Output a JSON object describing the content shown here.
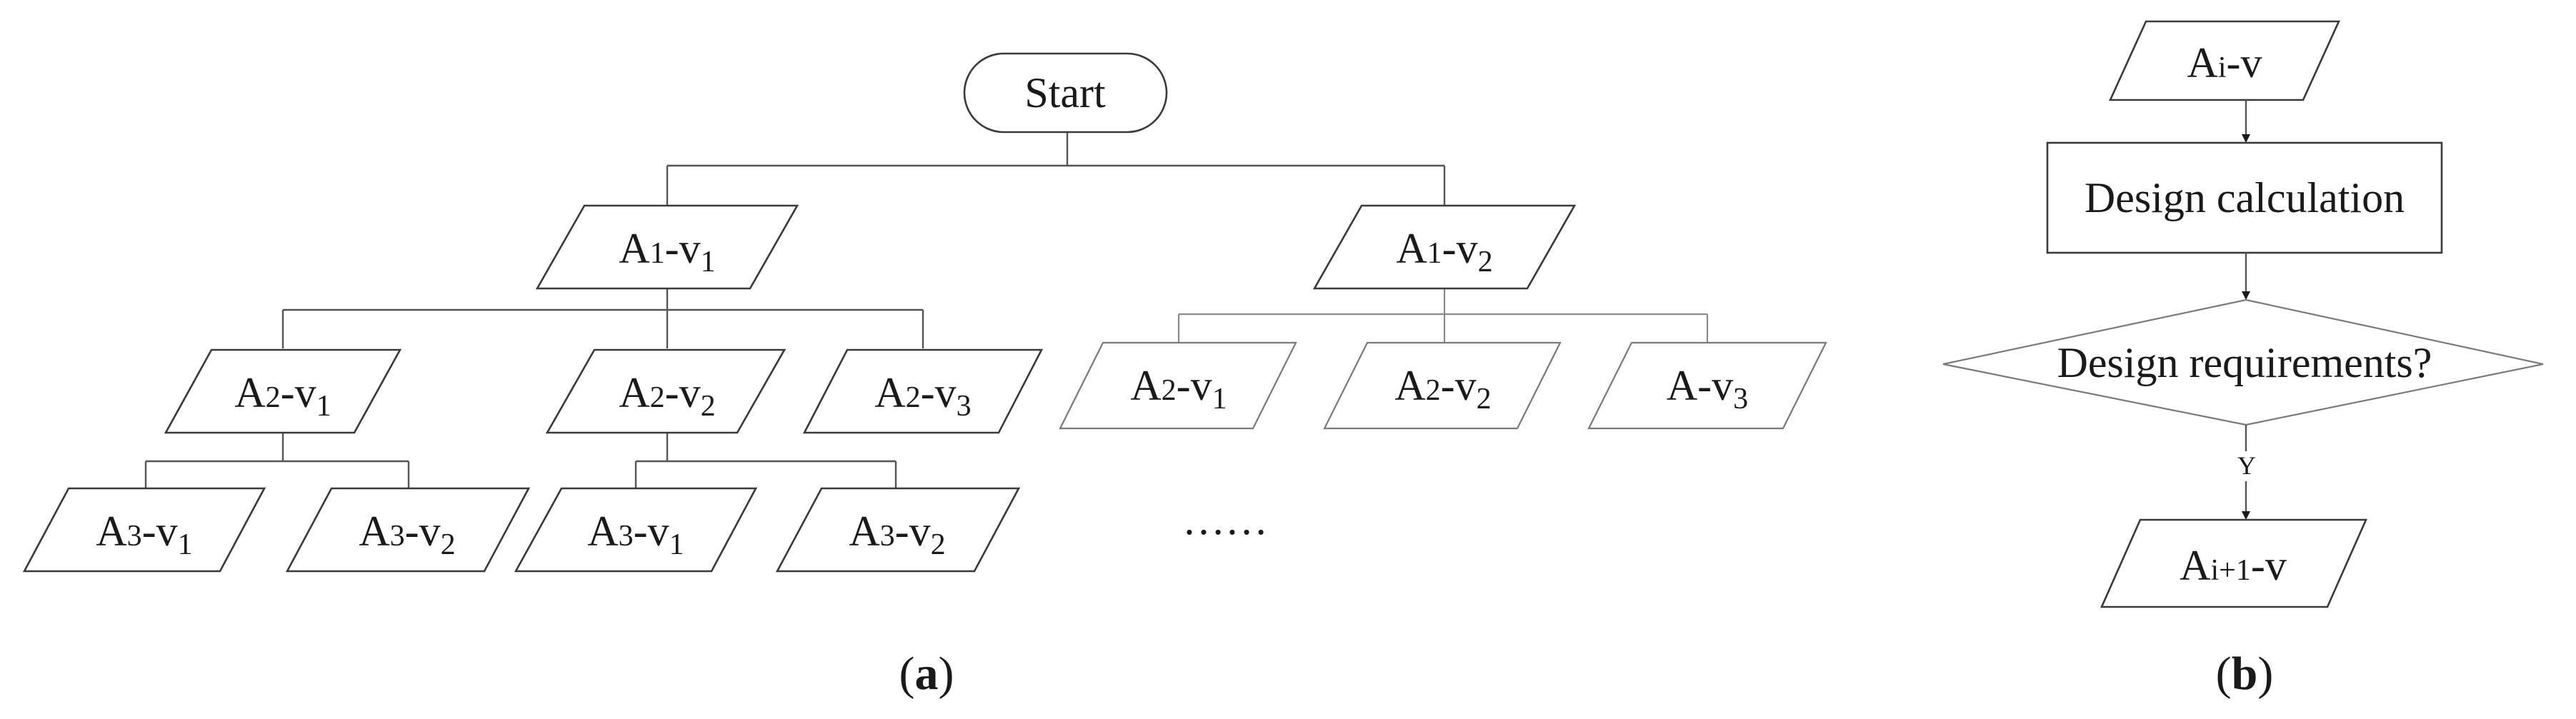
{
  "panel_a": {
    "caption": "a",
    "start": "Start",
    "level1": [
      {
        "base": "A",
        "idx": "1",
        "rest": "-v",
        "var": "1"
      },
      {
        "base": "A",
        "idx": "1",
        "rest": "-v",
        "var": "2"
      }
    ],
    "level2_left": [
      {
        "base": "A",
        "idx": "2",
        "rest": "-v",
        "var": "1"
      },
      {
        "base": "A",
        "idx": "2",
        "rest": "-v",
        "var": "2"
      },
      {
        "base": "A",
        "idx": "2",
        "rest": "-v",
        "var": "3"
      }
    ],
    "level2_right": [
      {
        "base": "A",
        "idx": "2",
        "rest": "-v",
        "var": "1"
      },
      {
        "base": "A",
        "idx": "2",
        "rest": "-v",
        "var": "2"
      },
      {
        "base": "A",
        "idx": "",
        "rest": "-v",
        "var": "3"
      }
    ],
    "level3": [
      {
        "base": "A",
        "idx": "3",
        "rest": "-v",
        "var": "1"
      },
      {
        "base": "A",
        "idx": "3",
        "rest": "-v",
        "var": "2"
      },
      {
        "base": "A",
        "idx": "3",
        "rest": "-v",
        "var": "1"
      },
      {
        "base": "A",
        "idx": "3",
        "rest": "-v",
        "var": "2"
      }
    ],
    "ellipsis": "……"
  },
  "panel_b": {
    "caption": "b",
    "input": {
      "base": "A",
      "idx": "i",
      "rest": "-v"
    },
    "process": "Design calculation",
    "decision": "Design requirements?",
    "yes_label": "Y",
    "output": {
      "base": "A",
      "idx": "i+1",
      "rest": "-v"
    }
  }
}
